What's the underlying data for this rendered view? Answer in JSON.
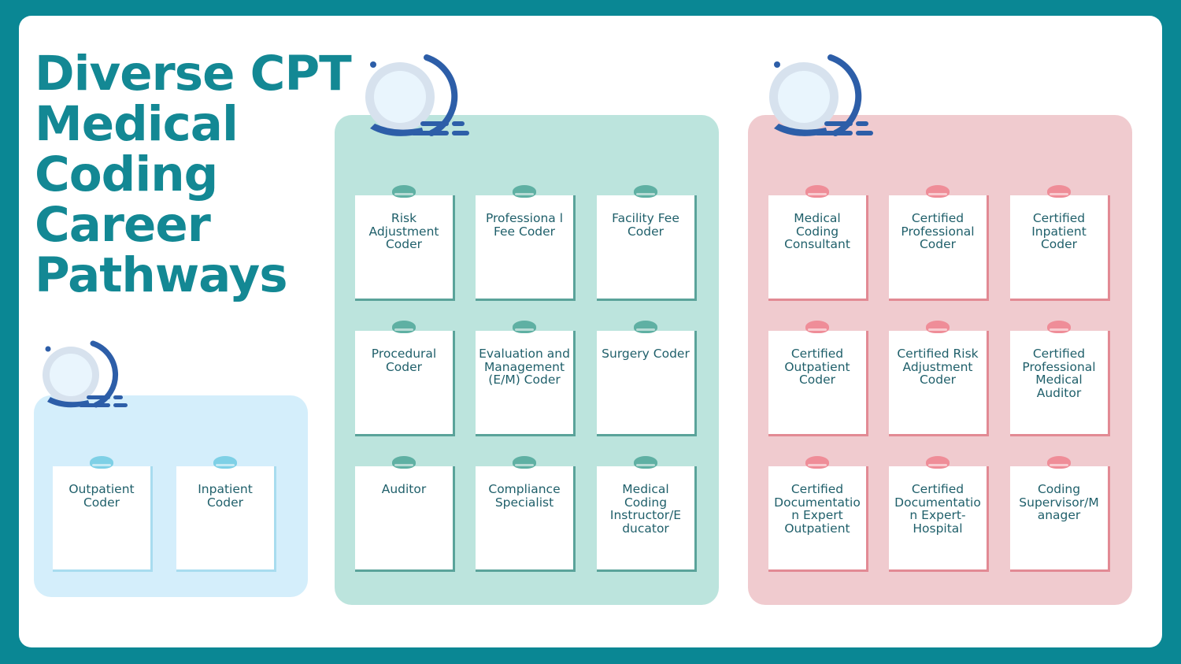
{
  "title_lines": [
    "Diverse CPT",
    "Medical",
    "Coding",
    "Career",
    "Pathways"
  ],
  "colors": {
    "background": "#0a8794",
    "title": "#138894",
    "blue_panel": "#d4eefb",
    "green_panel": "#bce4dd",
    "red_panel": "#f0cbcf",
    "note_text": "#1f5f6a",
    "icon_blue": "#2d5ea8"
  },
  "groups": {
    "entry": {
      "cards": [
        "Outpatient Coder",
        "Inpatient Coder"
      ]
    },
    "specialized": {
      "cards": [
        "Risk Adjustment Coder",
        "Professiona l Fee Coder",
        "Facility Fee Coder",
        "Procedural Coder",
        "Evaluation and Management (E/M) Coder",
        "Surgery Coder",
        "Auditor",
        "Compliance Specialist",
        "Medical Coding Instructor/E ducator"
      ]
    },
    "advanced": {
      "cards": [
        "Medical Coding Consultant",
        "Certified Professional Coder",
        "Certified Inpatient Coder",
        "Certified Outpatient Coder",
        "Certified Risk Adjustment Coder",
        "Certified Professional Medical Auditor",
        "Certified Documentatio n Expert Outpatient",
        "Certified Documentatio n Expert-Hospital",
        "Coding Supervisor/M anager"
      ]
    }
  }
}
